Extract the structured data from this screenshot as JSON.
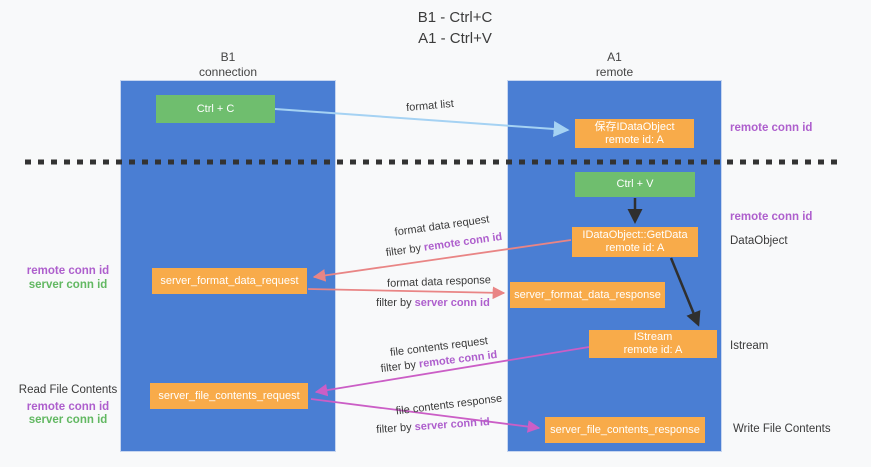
{
  "title": {
    "line1": "B1 - Ctrl+C",
    "line2": "A1 - Ctrl+V"
  },
  "columns": {
    "b1": {
      "header_line1": "B1",
      "header_line2": "connection"
    },
    "a1": {
      "header_line1": "A1",
      "header_line2": "remote"
    }
  },
  "nodes": {
    "ctrl_c": "Ctrl + C",
    "ctrl_v": "Ctrl + V",
    "save_idataobject": {
      "line1": "保存IDataObject",
      "line2": "remote id: A"
    },
    "getdata": {
      "line1": "IDataObject::GetData",
      "line2": "remote id: A"
    },
    "istream": {
      "line1": "IStream",
      "line2": "remote id: A"
    },
    "server_format_data_request": "server_format_data_request",
    "server_format_data_response": "server_format_data_response",
    "server_file_contents_request": "server_file_contents_request",
    "server_file_contents_response": "server_file_contents_response"
  },
  "edge_labels": {
    "format_list": "format list",
    "format_data_request": "format data request",
    "format_data_response": "format data response",
    "file_contents_request": "file contents request",
    "file_contents_response": "file contents response",
    "filter_by_prefix": "filter by",
    "remote_conn_id": "remote conn id",
    "server_conn_id": "server conn id"
  },
  "side_labels": {
    "right_remote_conn_id_1": "remote conn id",
    "right_remote_conn_id_2": "remote conn id",
    "dataobject": "DataObject",
    "istream": "Istream",
    "write_file_contents": "Write File Contents",
    "left_remote_conn_id_1": "remote conn id",
    "left_server_conn_id_1": "server conn id",
    "read_file_contents": "Read File Contents",
    "left_remote_conn_id_2": "remote conn id",
    "left_server_conn_id_2": "server conn id"
  },
  "colors": {
    "background": "#f8f9fa",
    "column_blue": "#4a7ed3",
    "column_border": "#c7d6f0",
    "node_orange": "#f8ab4a",
    "node_green": "#6fbe6e",
    "accent_purple": "#ae5fcd",
    "accent_green": "#62b862",
    "arrow_salmon": "#e98585",
    "arrow_magenta": "#cb5ec6",
    "arrow_blue": "#a5d2f3",
    "arrow_black": "#2f2f2f",
    "text_dark": "#3a3a3a"
  }
}
